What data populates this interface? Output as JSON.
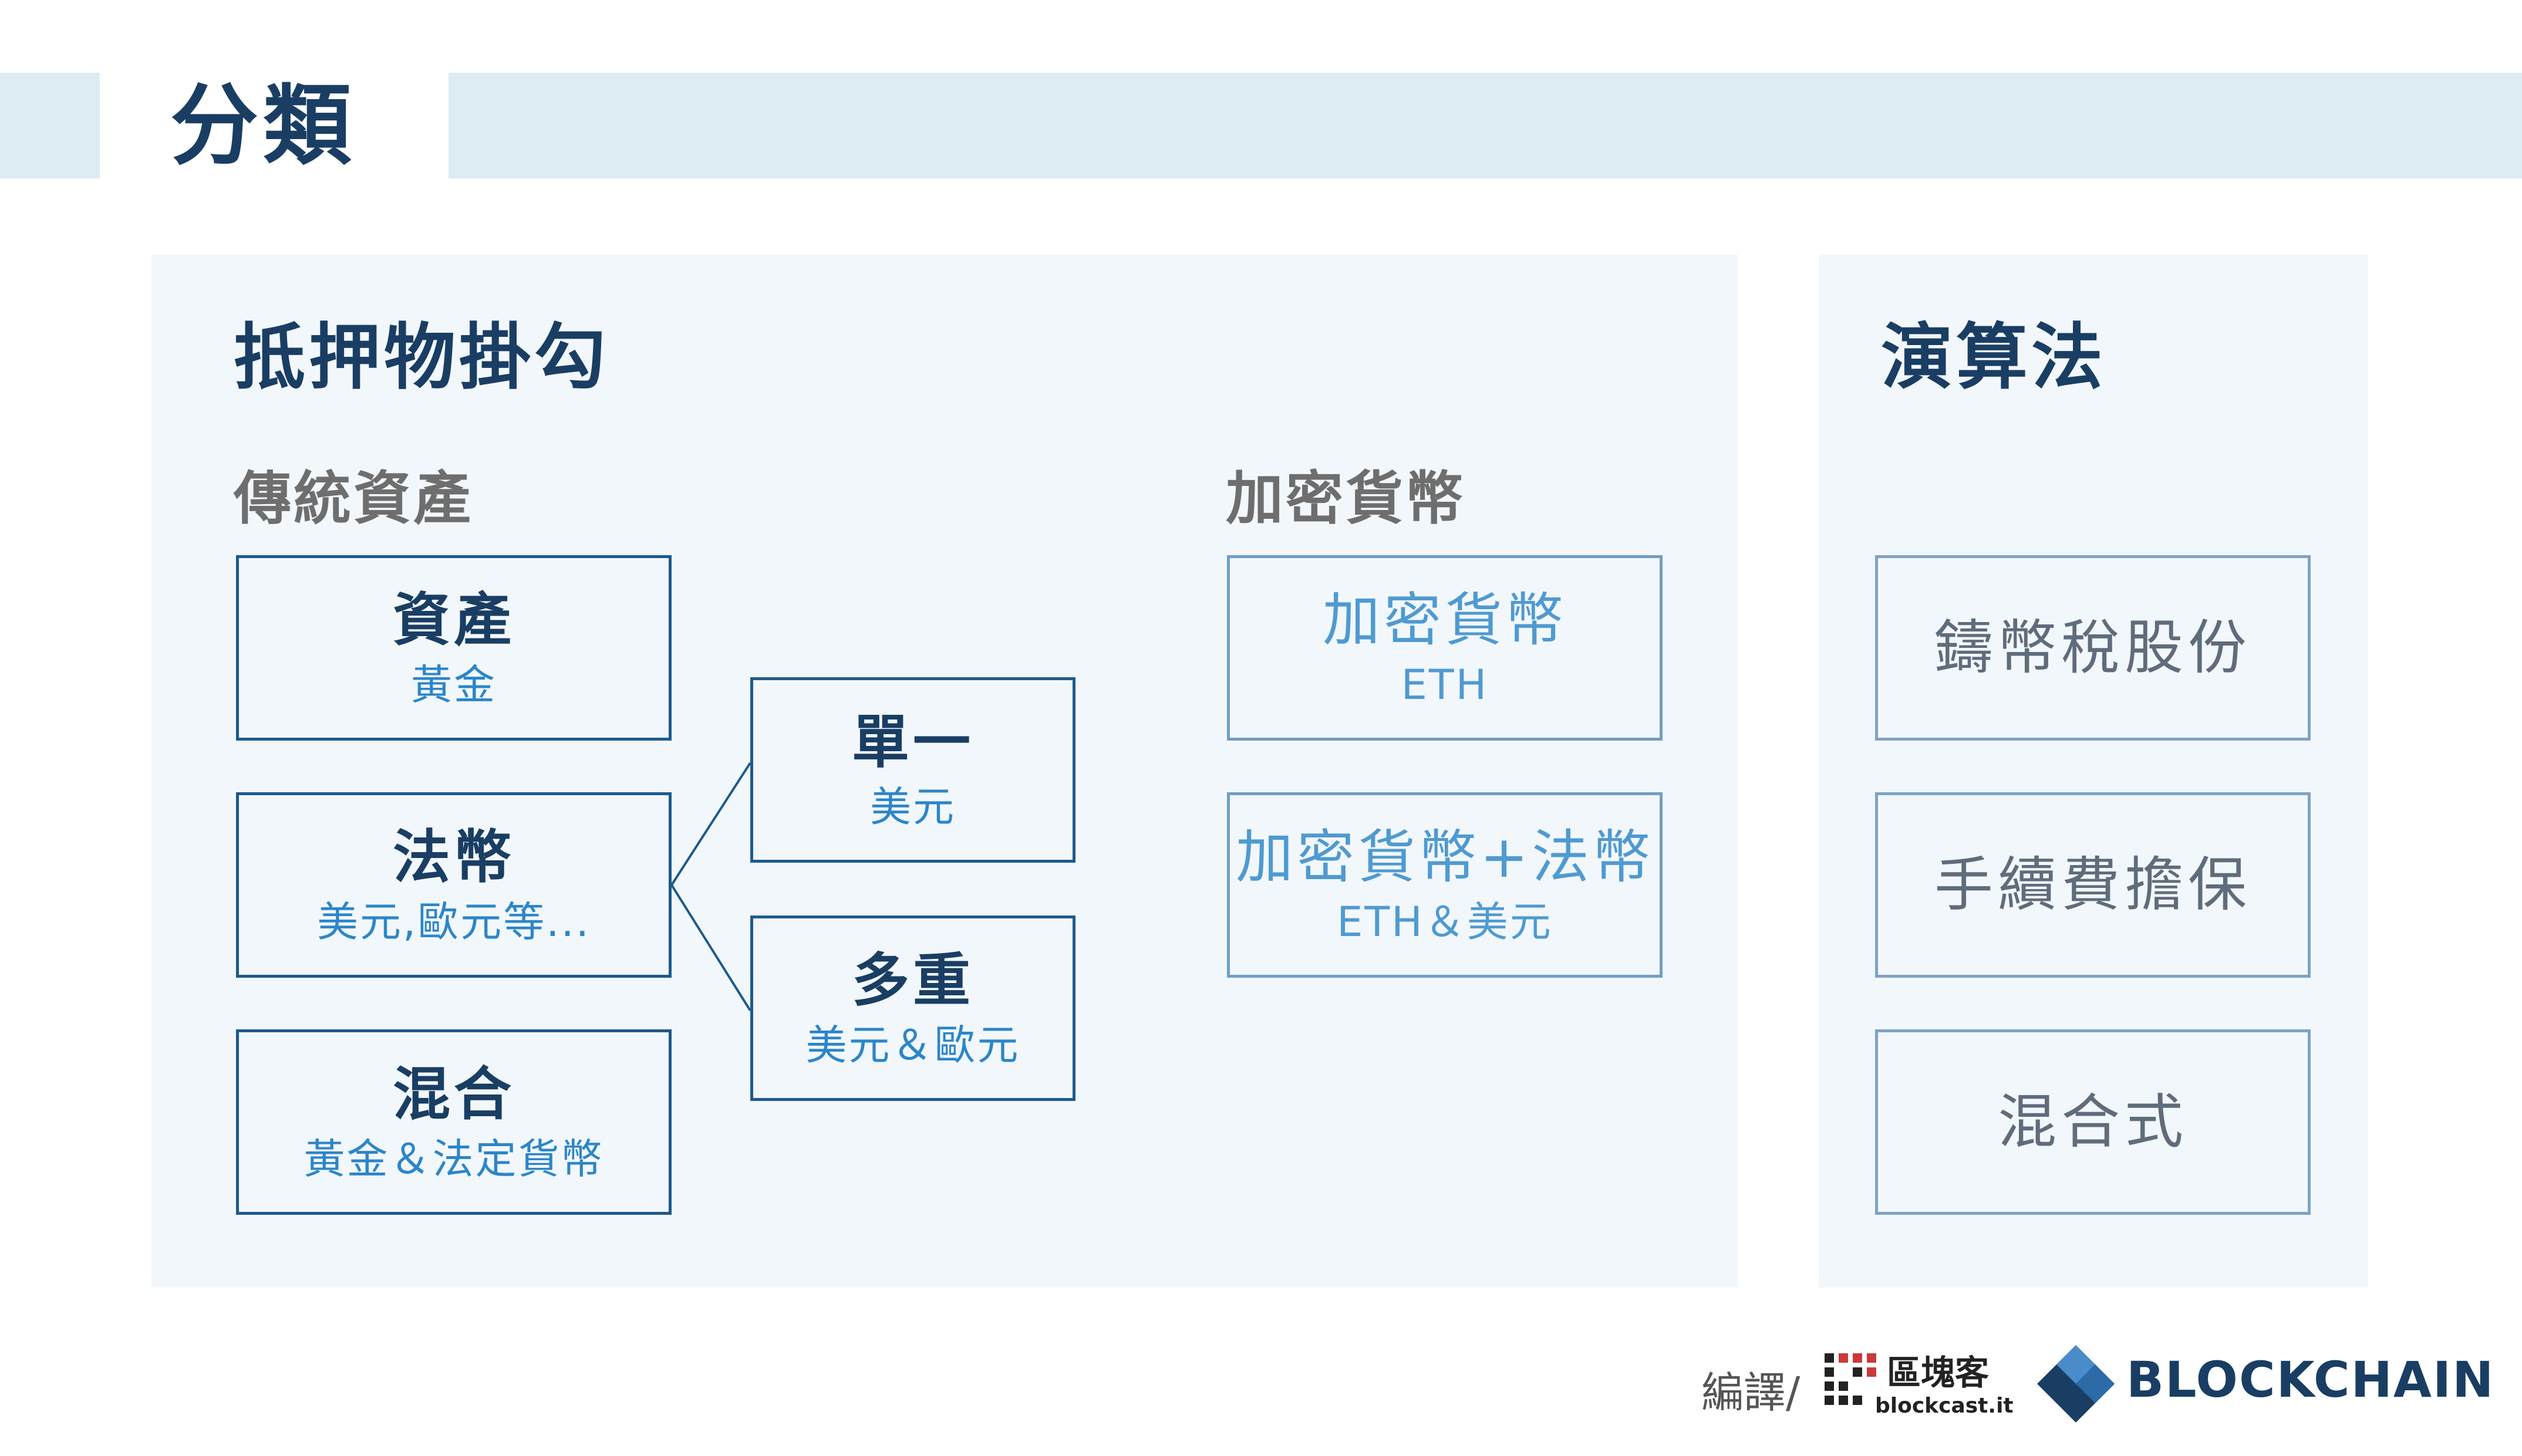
{
  "title": "分類",
  "collateral_panel": {
    "heading": "抵押物掛勾",
    "traditional": {
      "heading": "傳統資產",
      "boxes": [
        {
          "title": "資產",
          "subtitle": "黃金"
        },
        {
          "title": "法幣",
          "subtitle": "美元,歐元等..."
        },
        {
          "title": "混合",
          "subtitle": "黃金＆法定貨幣"
        }
      ],
      "fiat_types": [
        {
          "title": "單一",
          "subtitle": "美元"
        },
        {
          "title": "多重",
          "subtitle": "美元＆歐元"
        }
      ]
    },
    "crypto": {
      "heading": "加密貨幣",
      "boxes": [
        {
          "title": "加密貨幣",
          "subtitle": "ETH"
        },
        {
          "title": "加密貨幣+法幣",
          "subtitle": "ETH＆美元"
        }
      ]
    }
  },
  "algorithm_panel": {
    "heading": "演算法",
    "boxes": [
      {
        "title": "鑄幣稅股份"
      },
      {
        "title": "手續費擔保"
      },
      {
        "title": "混合式"
      }
    ]
  },
  "footer": {
    "credit_label": "編譯/",
    "blockcast_cn": "區塊客",
    "blockcast_en": "blockcast.it",
    "blockchain_label": "BLOCKCHAIN",
    "blockchain_color": "#1a3e63",
    "blockchain_accent": "#4a8cc9"
  }
}
